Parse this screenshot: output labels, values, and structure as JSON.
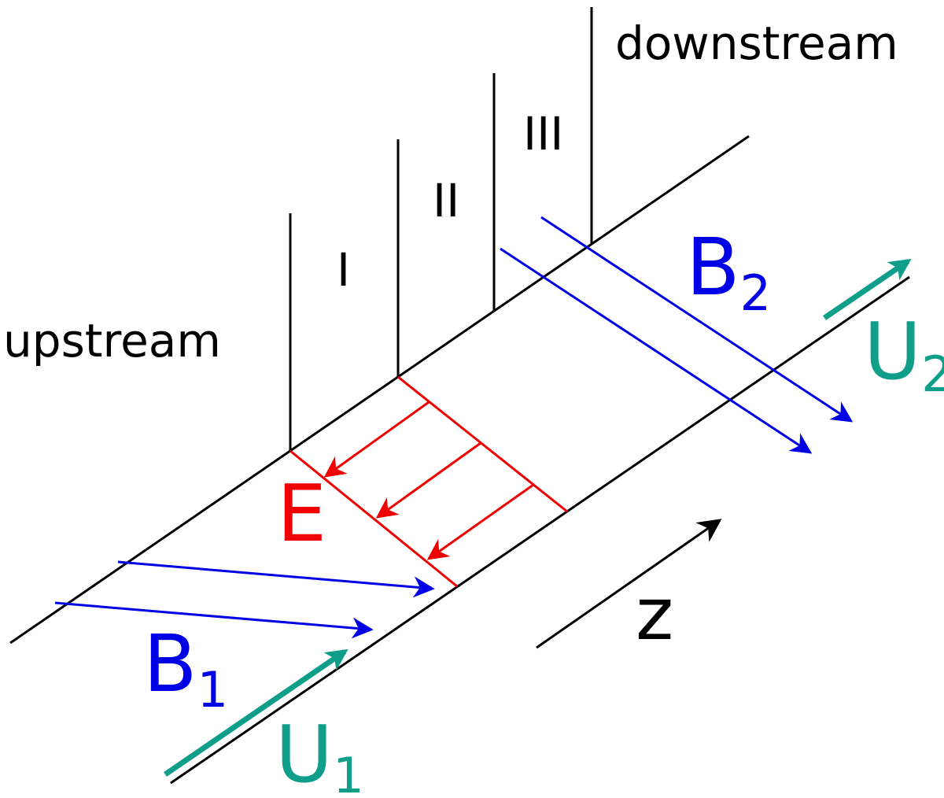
{
  "title": "Shock transition regions with fields and flows",
  "colors": {
    "structure": "#000000",
    "magnetic_field": "#0000e6",
    "electric_field": "#f00000",
    "flow": "#0f9e8a",
    "background": "#ffffff"
  },
  "labels": {
    "upstream": "upstream",
    "downstream": "downstream",
    "region_1": "I",
    "region_2": "II",
    "region_3": "III",
    "electric_field": "E",
    "b_upstream_main": "B",
    "b_upstream_sub": "1",
    "b_downstream_main": "B",
    "b_downstream_sub": "2",
    "u_upstream_main": "U",
    "u_upstream_sub": "1",
    "u_downstream_main": "U",
    "u_downstream_sub": "2",
    "axis": "z"
  },
  "regions": [
    "I",
    "II",
    "III"
  ],
  "electric_field_arrow_count": 3,
  "magnetic_field_arrows": {
    "upstream": 2,
    "downstream": 2
  }
}
